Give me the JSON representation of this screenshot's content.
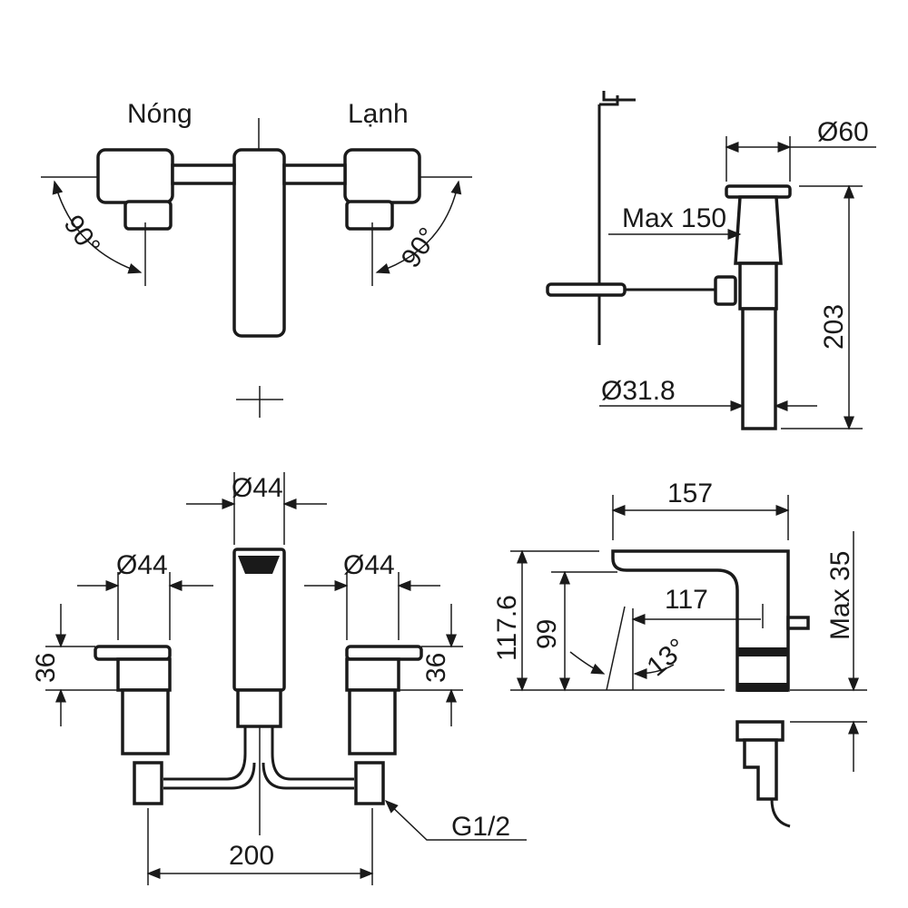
{
  "top_view": {
    "hot_label": "Nóng",
    "cold_label": "Lạnh",
    "angle_left": "90°",
    "angle_right": "90°"
  },
  "drain_view": {
    "diameter_top": "Ø60",
    "max_rod": "Max 150",
    "height": "203",
    "diameter_pipe": "Ø31.8"
  },
  "front_view": {
    "spout_diameter": "Ø44",
    "left_handle_diameter": "Ø44",
    "right_handle_diameter": "Ø44",
    "left_handle_height": "36",
    "right_handle_height": "36",
    "center_distance": "200",
    "thread": "G1/2"
  },
  "side_view": {
    "spout_reach": "157",
    "total_height": "117.6",
    "outlet_height": "99",
    "outlet_reach": "117",
    "angle": "13°",
    "max_deck": "Max 35"
  }
}
